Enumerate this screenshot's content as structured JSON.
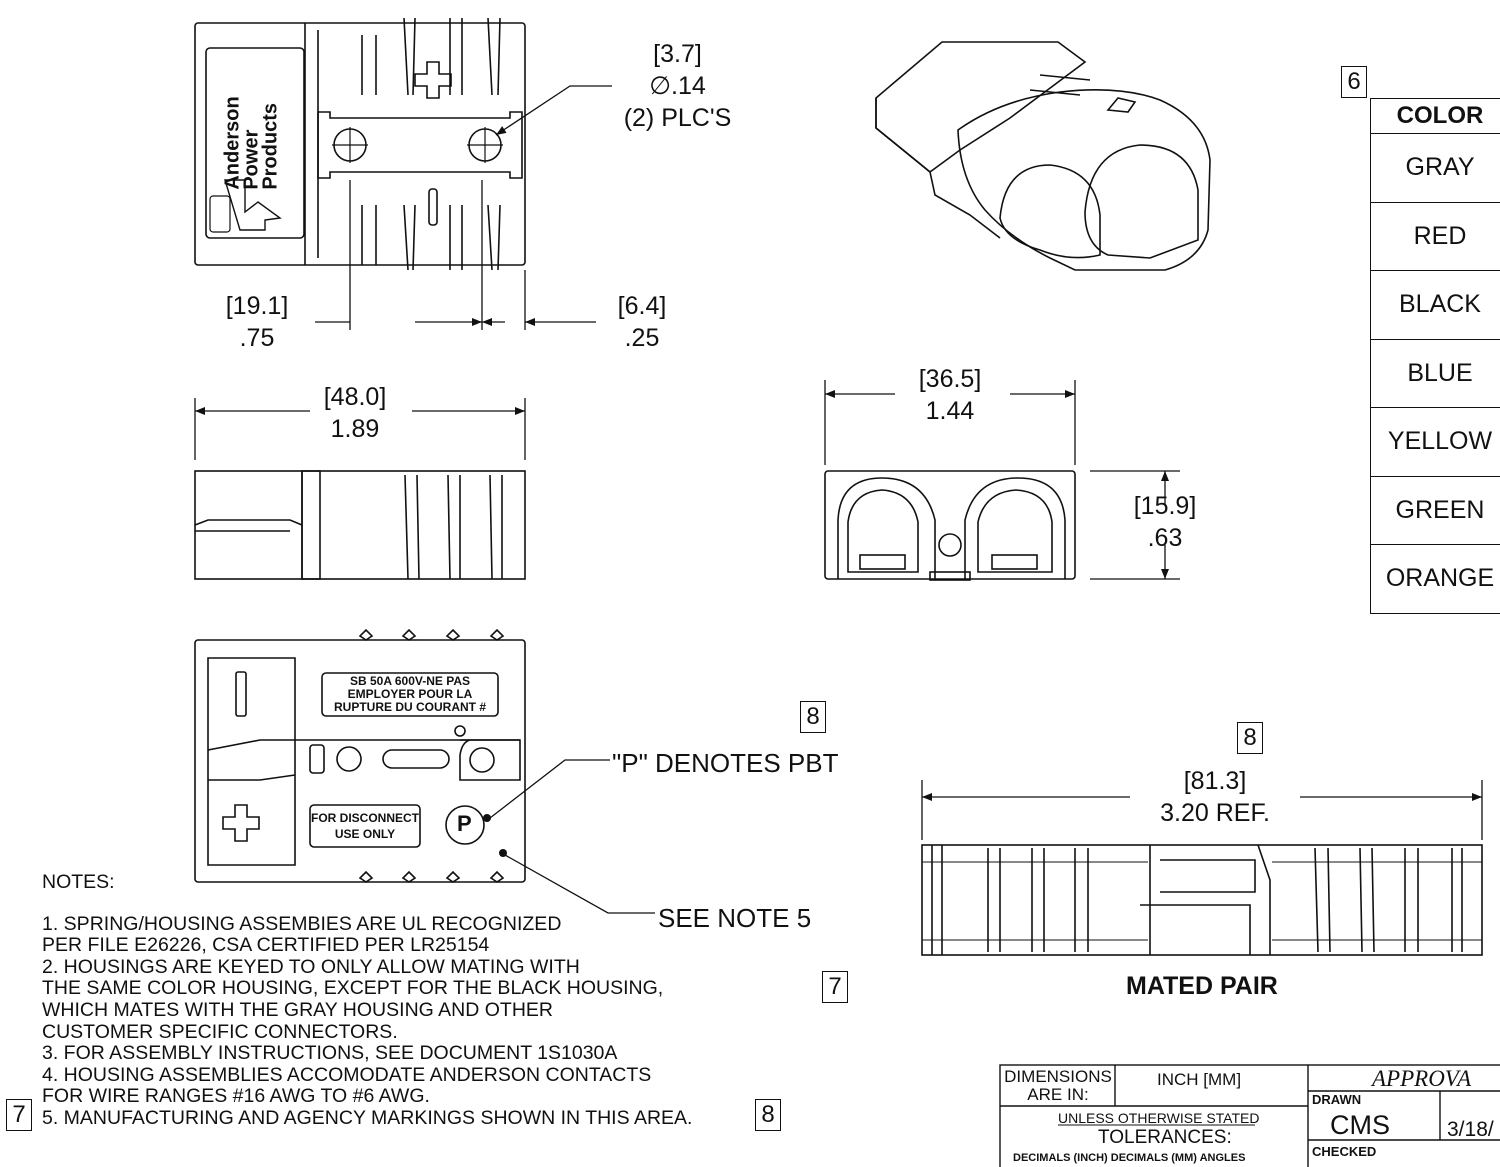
{
  "top_view": {
    "brand_lines": [
      "Anderson",
      "Power",
      "Products"
    ],
    "hole_dim": {
      "mm": "[3.7]",
      "inch": "∅.14",
      "qty": "(2) PLC'S"
    },
    "width_left": {
      "mm": "[19.1]",
      "inch": ".75"
    },
    "width_right": {
      "mm": "[6.4]",
      "inch": ".25"
    }
  },
  "side_view": {
    "length": {
      "mm": "[48.0]",
      "inch": "1.89"
    }
  },
  "front_view": {
    "width": {
      "mm": "[36.5]",
      "inch": "1.44"
    },
    "height": {
      "mm": "[15.9]",
      "inch": ".63"
    }
  },
  "bottom_view": {
    "rating_label": [
      "SB 50A 600V-NE PAS",
      "EMPLOYER POUR LA",
      "RUPTURE DU COURANT  #"
    ],
    "disconnect_label": [
      "FOR DISCONNECT",
      "USE ONLY"
    ],
    "p_letter": "P"
  },
  "callouts": {
    "pbt_note": "\"P\" DENOTES PBT",
    "see_note": "SEE NOTE 5"
  },
  "flags": {
    "f6": "6",
    "f8a": "8",
    "f8b": "8",
    "f7a": "7",
    "f7b": "7",
    "f8c": "8"
  },
  "mated_pair": {
    "mm": "[81.3]",
    "inch": "3.20   REF.",
    "title": "MATED PAIR"
  },
  "color_table": {
    "header": "COLOR",
    "rows": [
      "GRAY",
      "RED",
      "BLACK",
      "BLUE",
      "YELLOW",
      "GREEN",
      "ORANGE"
    ]
  },
  "notes": {
    "header": "NOTES:",
    "lines": [
      "1.  SPRING/HOUSING ASSEMBIES ARE UL RECOGNIZED",
      "      PER FILE E26226, CSA CERTIFIED PER LR25154",
      " 2. HOUSINGS ARE KEYED TO ONLY ALLOW MATING WITH",
      "      THE SAME COLOR HOUSING, EXCEPT FOR THE BLACK HOUSING,",
      "      WHICH MATES WITH THE GRAY HOUSING AND OTHER",
      "      CUSTOMER SPECIFIC CONNECTORS.",
      "  3. FOR ASSEMBLY INSTRUCTIONS, SEE DOCUMENT 1S1030A",
      "  4. HOUSING ASSEMBLIES ACCOMODATE ANDERSON CONTACTS",
      "      FOR WIRE RANGES #16 AWG TO #6 AWG.",
      "  5.  MANUFACTURING AND AGENCY MARKINGS SHOWN IN THIS AREA."
    ]
  },
  "title_block": {
    "dimensions_are_in": [
      "DIMENSIONS",
      "ARE IN:"
    ],
    "units": "INCH [MM]",
    "approvals": "APPROVA",
    "drawn": "DRAWN",
    "drawn_by": "CMS",
    "drawn_date": "3/18/",
    "checked": "CHECKED",
    "unless": "UNLESS OTHERWISE STATED",
    "tolerances": "TOLERANCES:",
    "tol_cols": "DECIMALS (INCH)   DECIMALS (MM)   ANGLES"
  }
}
